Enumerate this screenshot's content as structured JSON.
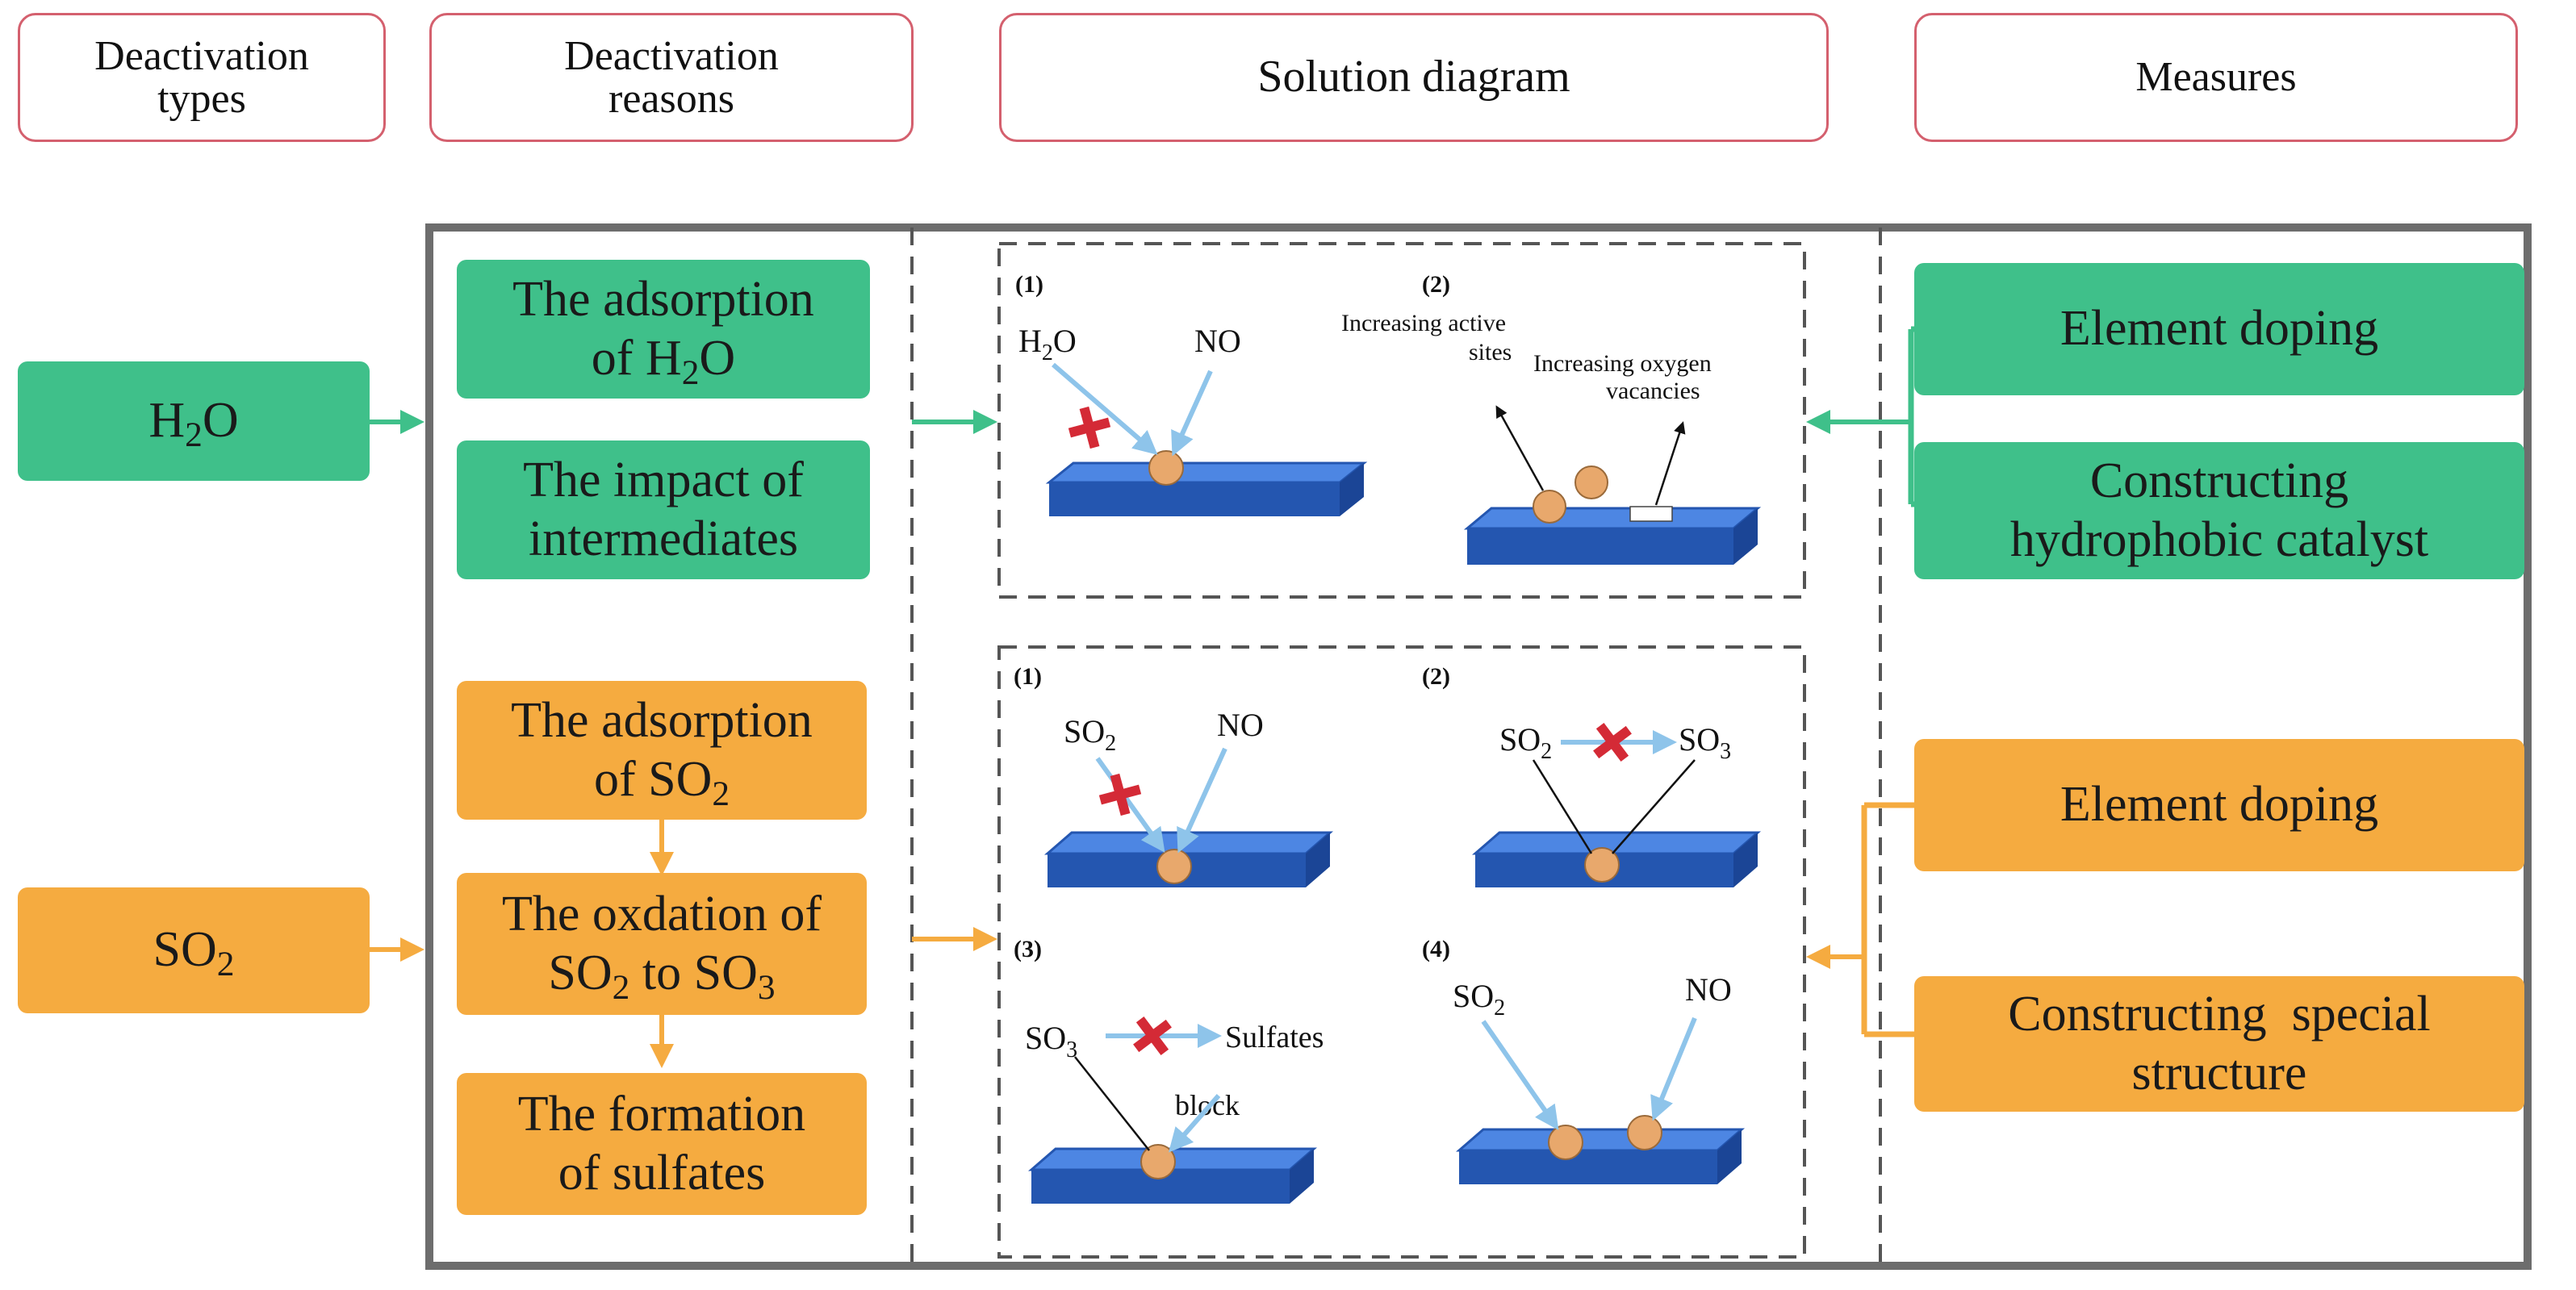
{
  "headers": {
    "types": "Deactivation\ntypes",
    "reasons": "Deactivation\nreasons",
    "diagram": "Solution diagram",
    "measures": "Measures"
  },
  "types": {
    "h2o": {
      "main": "H",
      "sub": "2",
      "tail": "O"
    },
    "so2": {
      "main": "SO",
      "sub": "2"
    }
  },
  "reasons": {
    "r1": {
      "a": "The adsorption",
      "b_pre": "of H",
      "b_sub": "2",
      "b_post": "O"
    },
    "r2": {
      "a": "The impact of",
      "b": "intermediates"
    },
    "r3": {
      "a": "The adsorption",
      "b_pre": "of SO",
      "b_sub": "2"
    },
    "r4": {
      "a": "The oxdation of",
      "b1": "SO",
      "b1_sub": "2",
      "b_mid": " to SO",
      "b2_sub": "3"
    },
    "r5": {
      "a": "The formation",
      "b": "of sulfates"
    }
  },
  "measures": {
    "m1": "Element doping",
    "m2": {
      "a": "Constructing",
      "b": "hydrophobic catalyst"
    },
    "m3": "Element doping",
    "m4": {
      "a": "Constructing  special",
      "b": "structure"
    }
  },
  "panel_h2o": {
    "p1": {
      "num": "(1)",
      "reactant": "H",
      "reactant_sub": "2",
      "reactant_tail": "O",
      "other": "NO"
    },
    "p2": {
      "num": "(2)",
      "label1a": "Increasing active",
      "label1b": "sites",
      "label2a": "Increasing oxygen",
      "label2b": "vacancies"
    }
  },
  "panel_so2": {
    "p1": {
      "num": "(1)",
      "reactant": "SO",
      "reactant_sub": "2",
      "other": "NO"
    },
    "p2": {
      "num": "(2)",
      "from": "SO",
      "from_sub": "2",
      "to": "SO",
      "to_sub": "3"
    },
    "p3": {
      "num": "(3)",
      "from": "SO",
      "from_sub": "3",
      "to": "Sulfates",
      "note": "block"
    },
    "p4": {
      "num": "(4)",
      "reactant": "SO",
      "reactant_sub": "2",
      "other": "NO"
    }
  },
  "colors": {
    "green": "#3fc08a",
    "orange": "#f5ab40",
    "header_border": "#d4606e",
    "plate_top": "#4d86e3",
    "plate_side": "#2456b0",
    "particle": "#e8a86c",
    "arrow_blue": "#8ec4ea",
    "cross_red": "#d42a36",
    "frame_gray": "#6d6d6d"
  }
}
